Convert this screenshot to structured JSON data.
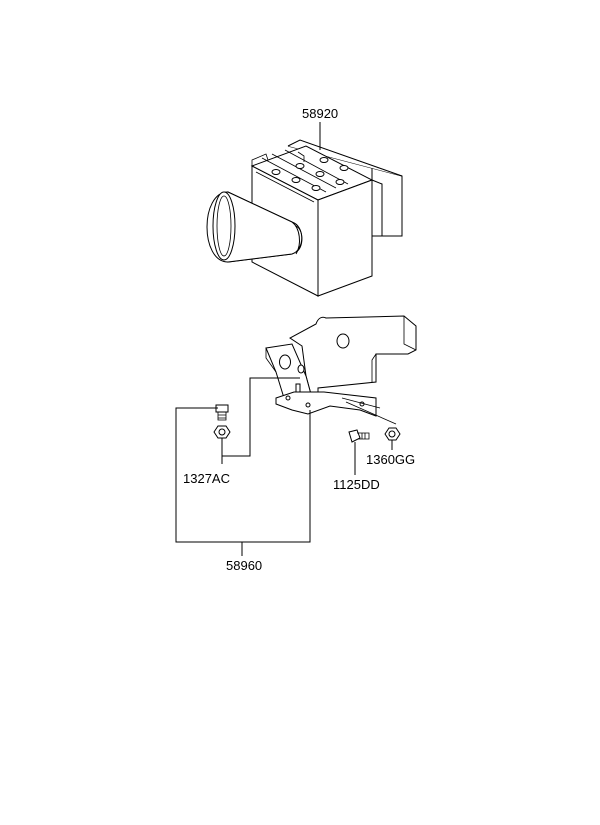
{
  "parts": {
    "abs_unit": "58920",
    "bracket_assembly": "58960",
    "nut": "1327AC",
    "bolt": "1125DD",
    "grommet_nut": "1360GG"
  }
}
